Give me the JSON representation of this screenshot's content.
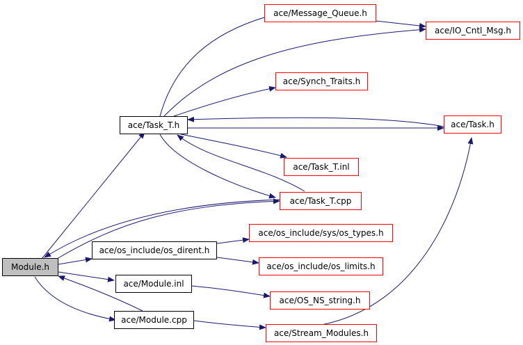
{
  "graph": {
    "edge_color": "#191970",
    "node_border_color": "#000000",
    "external_node_border_color": "#ff0000",
    "current_node_fill": "#bfbfbf",
    "nodes": {
      "module_h": "Module.h",
      "task_t_h": "ace/Task_T.h",
      "message_queue_h": "ace/Message_Queue.h",
      "io_cntl_msg_h": "ace/IO_Cntl_Msg.h",
      "synch_traits_h": "ace/Synch_Traits.h",
      "task_h": "ace/Task.h",
      "task_t_inl": "ace/Task_T.inl",
      "task_t_cpp": "ace/Task_T.cpp",
      "os_dirent_h": "ace/os_include/os_dirent.h",
      "os_types_h": "ace/os_include/sys/os_types.h",
      "os_limits_h": "ace/os_include/os_limits.h",
      "module_inl": "ace/Module.inl",
      "os_ns_string_h": "ace/OS_NS_string.h",
      "module_cpp": "ace/Module.cpp",
      "stream_modules_h": "ace/Stream_Modules.h"
    }
  }
}
